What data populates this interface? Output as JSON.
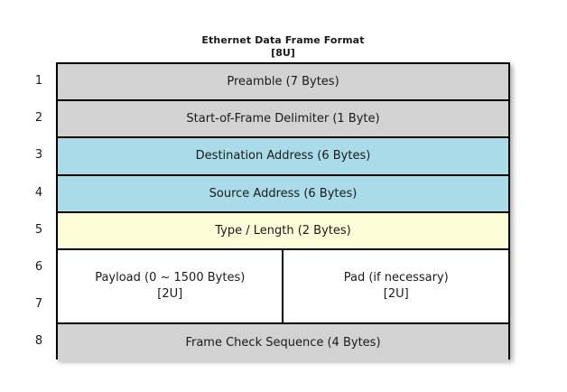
{
  "diagram": {
    "title": "Ethernet Data Frame Format",
    "subtitle": "[8U]",
    "background_color": "#ffffff",
    "border_color": "#000000",
    "colors": {
      "gray": "#d2d2d2",
      "blue": "#aadbe9",
      "yellow": "#fdfdd8",
      "white": "#ffffff"
    },
    "row_numbers": [
      "1",
      "2",
      "3",
      "4",
      "5",
      "6",
      "7",
      "8"
    ],
    "fields": [
      {
        "row": "1",
        "label": "Preamble (7 Bytes)",
        "color": "#d2d2d2",
        "span": 1
      },
      {
        "row": "2",
        "label": "Start-of-Frame Delimiter (1 Byte)",
        "color": "#d2d2d2",
        "span": 1
      },
      {
        "row": "3",
        "label": "Destination Address (6 Bytes)",
        "color": "#aadbe9",
        "span": 1
      },
      {
        "row": "4",
        "label": "Source Address (6 Bytes)",
        "color": "#aadbe9",
        "span": 1
      },
      {
        "row": "5",
        "label": "Type / Length (2 Bytes)",
        "color": "#fdfdd8",
        "span": 1
      },
      {
        "row": "6-7",
        "color": "#ffffff",
        "span": 2,
        "split": true,
        "left_label": "Payload (0 ~ 1500 Bytes)\n[2U]",
        "right_label": "Pad (if necessary)\n[2U]"
      },
      {
        "row": "8",
        "label": "Frame Check Sequence (4 Bytes)",
        "color": "#d2d2d2",
        "span": 1
      }
    ]
  }
}
